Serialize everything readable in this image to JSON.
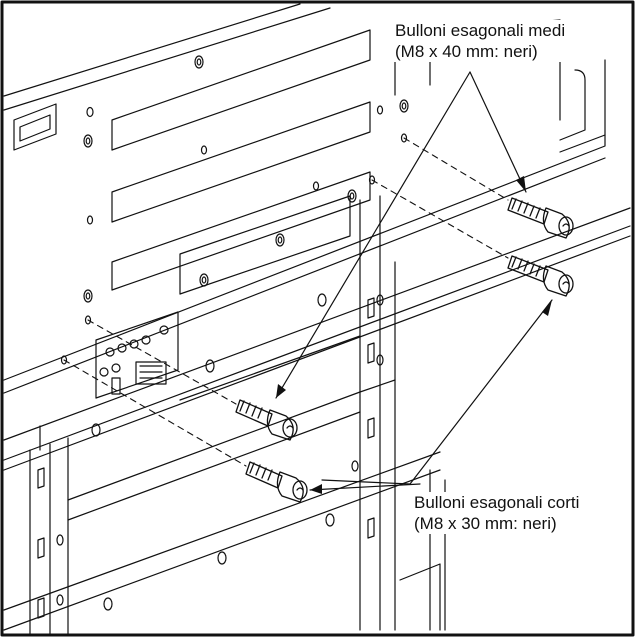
{
  "colors": {
    "line": "#111111",
    "background": "#ffffff"
  },
  "callouts": {
    "medium_bolts": {
      "line1": "Bulloni esagonali medi",
      "line2": "(M8 x 40 mm: neri)"
    },
    "short_bolts": {
      "line1": "Bulloni esagonali corti",
      "line2": "(M8 x 30 mm: neri)"
    }
  }
}
